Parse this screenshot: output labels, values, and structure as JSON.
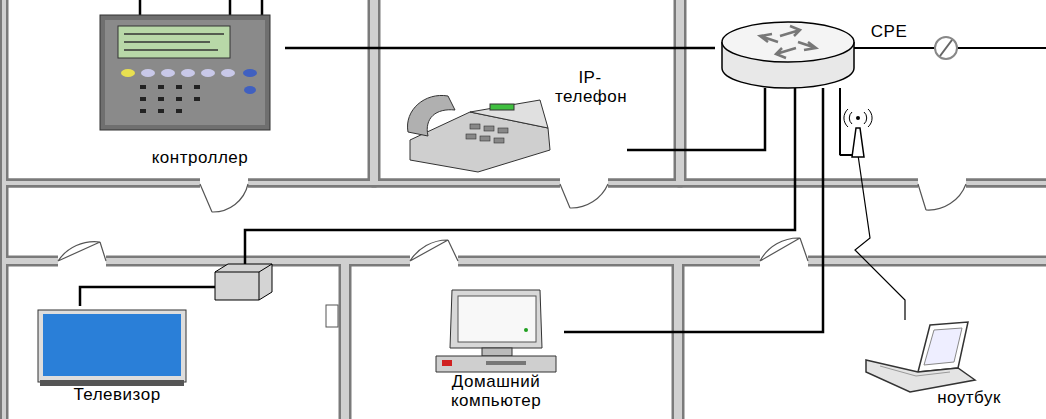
{
  "diagram": {
    "nodes": [
      {
        "text": [
          "контроллер"
        ]
      },
      {
        "text": [
          "IP- телефон"
        ]
      },
      {
        "text": [
          "CPE"
        ]
      },
      {
        "text": [
          "Телевизор"
        ]
      },
      {
        "text": [
          "Домашний компьютер"
        ]
      },
      {
        "text": [
          "ноутбук"
        ]
      }
    ],
    "edges": [
      {
        "from": 2,
        "to": 0,
        "arrow": "none"
      },
      {
        "from": 2,
        "to": 1,
        "arrow": "none"
      },
      {
        "from": 2,
        "to": 3,
        "arrow": "none"
      },
      {
        "from": 2,
        "to": 4,
        "arrow": "none"
      },
      {
        "from": 2,
        "to": 5,
        "arrow": "none"
      }
    ]
  }
}
